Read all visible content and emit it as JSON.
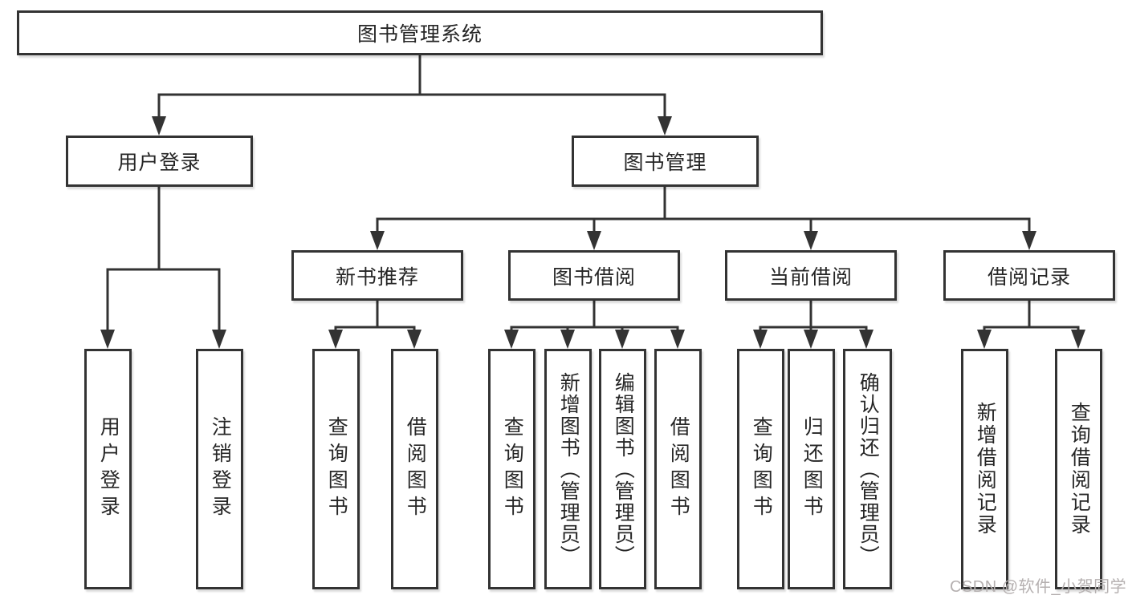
{
  "colors": {
    "line": "#333333",
    "text": "#262626",
    "box_bg": "#ffffff",
    "background": "#ffffff",
    "watermark": "#b5b0b0"
  },
  "watermark": {
    "text": "CSDN @软件_小贺同学"
  },
  "tree": {
    "root": {
      "label": "图书管理系统"
    },
    "branches": {
      "user_login": {
        "label": "用户登录",
        "children": {
          "login": {
            "label": "用户登录"
          },
          "logout": {
            "label": "注销登录"
          }
        }
      },
      "book_management": {
        "label": "图书管理",
        "children": {
          "new_book_recommend": {
            "label": "新书推荐",
            "children": {
              "query_books": {
                "label": "查询图书"
              },
              "borrow_books": {
                "label": "借阅图书"
              }
            }
          },
          "book_borrowing": {
            "label": "图书借阅",
            "children": {
              "query_books": {
                "label": "查询图书"
              },
              "add_books": {
                "label": "新增图书（管理员）"
              },
              "edit_books": {
                "label": "编辑图书（管理员）"
              },
              "borrow_books": {
                "label": "借阅图书"
              }
            }
          },
          "current_borrowing": {
            "label": "当前借阅",
            "children": {
              "query_books": {
                "label": "查询图书"
              },
              "return_books": {
                "label": "归还图书"
              },
              "confirm_return": {
                "label": "确认归还（管理员）"
              }
            }
          },
          "borrowing_records": {
            "label": "借阅记录",
            "children": {
              "add_record": {
                "label": "新增借阅记录"
              },
              "query_record": {
                "label": "查询借阅记录"
              }
            }
          }
        }
      }
    }
  }
}
